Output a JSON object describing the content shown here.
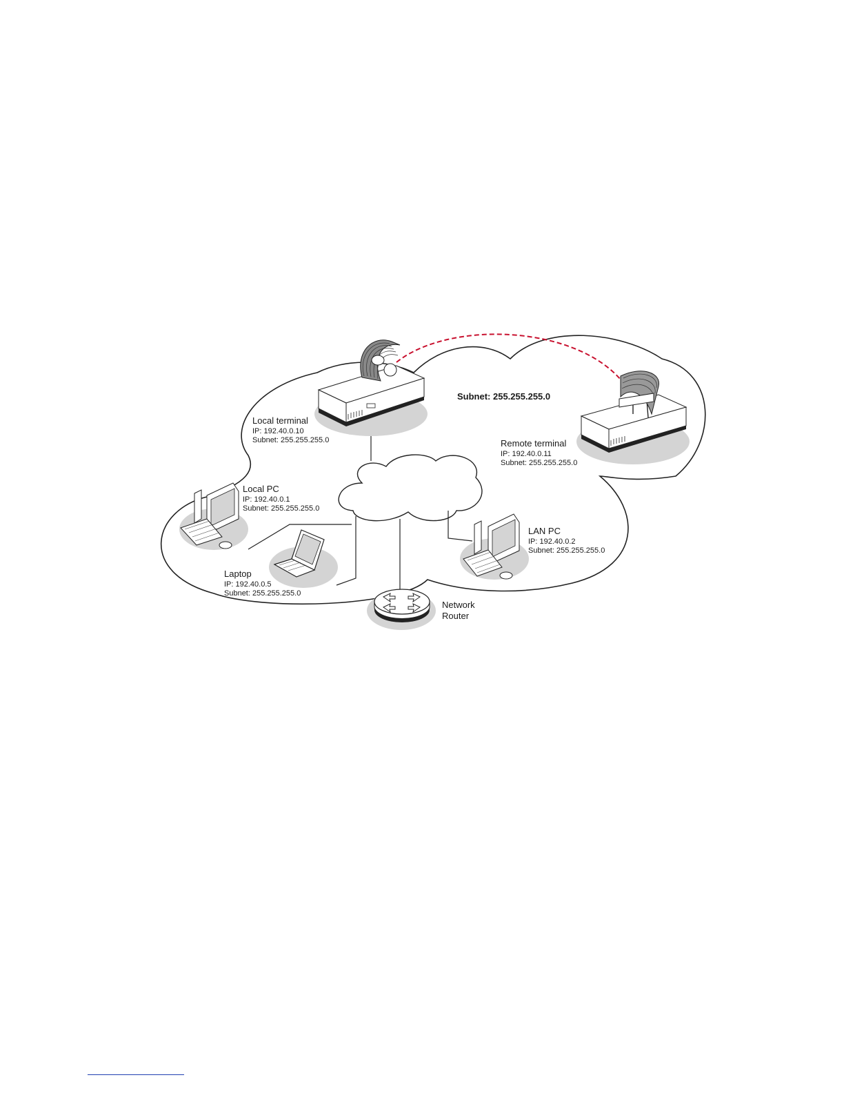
{
  "diagram": {
    "subnet_label": "Subnet: 255.255.255.0",
    "colors": {
      "wireless_link": "#c8102e",
      "pad": "#d4d4d4",
      "line": "#222222"
    },
    "local_terminal": {
      "name": "Local terminal",
      "ip": "IP: 192.40.0.10",
      "subnet": "Subnet: 255.255.255.0"
    },
    "remote_terminal": {
      "name": "Remote terminal",
      "ip": "IP: 192.40.0.11",
      "subnet": "Subnet: 255.255.255.0"
    },
    "local_pc": {
      "name": "Local PC",
      "ip": "IP: 192.40.0.1",
      "subnet": "Subnet: 255.255.255.0"
    },
    "laptop": {
      "name": "Laptop",
      "ip": "IP: 192.40.0.5",
      "subnet": "Subnet: 255.255.255.0"
    },
    "lan_pc": {
      "name": "LAN PC",
      "ip": "IP: 192.40.0.2",
      "subnet": "Subnet: 255.255.255.0"
    },
    "router": {
      "line1": "Network",
      "line2": "Router"
    }
  }
}
